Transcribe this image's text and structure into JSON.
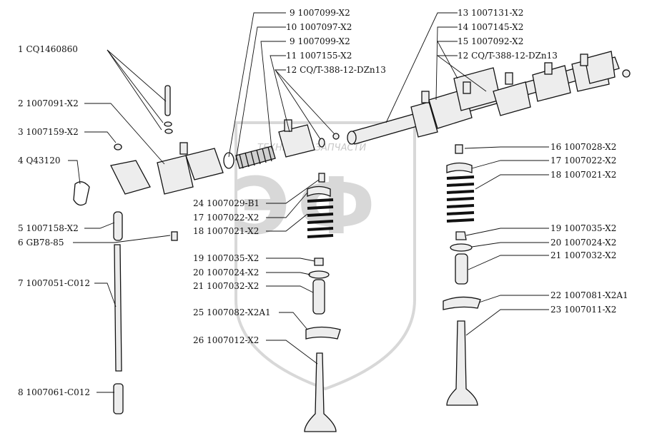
{
  "watermark": {
    "text": "ТЕХНИКА И ЗАПЧАСТИ",
    "letters": "ЭФ",
    "color": "#d4d4d4"
  },
  "colors": {
    "ink": "#111111",
    "part_fill": "#ededed",
    "part_shade": "#b8b8b8"
  },
  "labels": [
    {
      "id": "1",
      "text": "1 CQ1460860"
    },
    {
      "id": "2",
      "text": "2 1007091-X2"
    },
    {
      "id": "3",
      "text": "3 1007159-X2"
    },
    {
      "id": "4",
      "text": "4 Q43120"
    },
    {
      "id": "5",
      "text": "5 1007158-X2"
    },
    {
      "id": "6",
      "text": "6 GB78-85"
    },
    {
      "id": "7",
      "text": "7 1007051-C012"
    },
    {
      "id": "8",
      "text": "8 1007061-C012"
    },
    {
      "id": "9a",
      "text": "9 1007099-X2"
    },
    {
      "id": "10",
      "text": "10 1007097-X2"
    },
    {
      "id": "9b",
      "text": "9 1007099-X2"
    },
    {
      "id": "11",
      "text": "11 1007155-X2"
    },
    {
      "id": "12a",
      "text": "12 CQ/T-388-12-DZn13"
    },
    {
      "id": "13",
      "text": "13 1007131-X2"
    },
    {
      "id": "14",
      "text": "14 1007145-X2"
    },
    {
      "id": "15",
      "text": "15 1007092-X2"
    },
    {
      "id": "12b",
      "text": "12 CQ/T-388-12-DZn13"
    },
    {
      "id": "16",
      "text": "16 1007028-X2"
    },
    {
      "id": "17r",
      "text": "17 1007022-X2"
    },
    {
      "id": "18r",
      "text": "18 1007021-X2"
    },
    {
      "id": "19r",
      "text": "19 1007035-X2"
    },
    {
      "id": "20r",
      "text": "20 1007024-X2"
    },
    {
      "id": "21r",
      "text": "21 1007032-X2"
    },
    {
      "id": "22",
      "text": "22 1007081-X2A1"
    },
    {
      "id": "23",
      "text": "23 1007011-X2"
    },
    {
      "id": "24",
      "text": "24 1007029-B1"
    },
    {
      "id": "17m",
      "text": "17 1007022-X2"
    },
    {
      "id": "18m",
      "text": "18 1007021-X2"
    },
    {
      "id": "19m",
      "text": "19 1007035-X2"
    },
    {
      "id": "20m",
      "text": "20 1007024-X2"
    },
    {
      "id": "21m",
      "text": "21 1007032-X2"
    },
    {
      "id": "25",
      "text": "25 1007082-X2A1"
    },
    {
      "id": "26",
      "text": "26 1007012-X2"
    }
  ]
}
